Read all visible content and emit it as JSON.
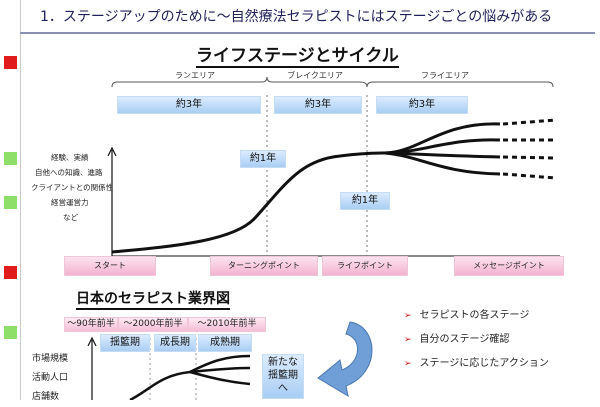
{
  "page": {
    "title": "1．ステージアップのために～自然療法セラピストにはステージごとの悩みがある"
  },
  "lifecycle": {
    "heading": "ライフステージとサイクル",
    "eras": [
      "ランエリア",
      "ブレイクエリア",
      "フライエリア"
    ],
    "durations": [
      "約3年",
      "約3年",
      "約3年"
    ],
    "one_year_labels": [
      "約1年",
      "約1年"
    ],
    "left_labels": [
      "経験、実績",
      "自他への知識、進路",
      "クライアントとの関係性",
      "経営運営力",
      "など"
    ],
    "points": [
      "スタート",
      "ターニングポイント",
      "ライフポイント",
      "メッセージポイント"
    ]
  },
  "industry": {
    "heading": "日本のセラピスト業界図",
    "periods": [
      "～90年前半",
      "～2000年前半",
      "～2010年前半"
    ],
    "phases": [
      "揺籃期",
      "成長期",
      "成熟期"
    ],
    "new_phase": [
      "新たな",
      "揺籃期",
      "へ"
    ],
    "left_labels": [
      "市場規模",
      "活動人口",
      "店舗数"
    ]
  },
  "bullets": [
    "セラピストの各ステージ",
    "自分のステージ確認",
    "ステージに応じたアクション"
  ],
  "colors": {
    "accent_red": "#e01b1b",
    "accent_green": "#8ede6a",
    "box_blue": "#a9cdf3",
    "box_pink": "#f3b3cf",
    "arrow_blue": "#6f9fd6"
  }
}
